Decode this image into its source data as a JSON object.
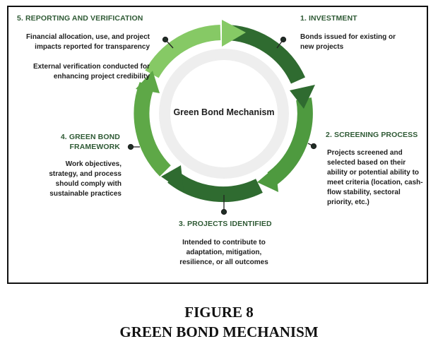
{
  "center": {
    "title": "Green Bond Mechanism"
  },
  "steps": [
    {
      "title": "1. INVESTMENT",
      "text": "Bonds issued for existing or new projects"
    },
    {
      "title": "2. SCREENING PROCESS",
      "text": "Projects screened and selected based on their ability or potential ability to meet criteria (location, cash-flow stability, sectoral priority, etc.)"
    },
    {
      "title": "3. PROJECTS IDENTIFIED",
      "text": "Intended to contribute to adaptation, mitigation, resilience, or all outcomes"
    },
    {
      "title": "4. GREEN BOND FRAMEWORK",
      "text": "Work objectives, strategy, and process should comply with sustainable practices"
    },
    {
      "title": "5. REPORTING AND VERIFICATION",
      "text_a": "Financial allocation, use, and project impacts reported for transparency",
      "text_b": "External verification conducted for enhancing project credibility"
    }
  ],
  "caption": {
    "line1": "FIGURE 8",
    "line2": "GREEN BOND MECHANISM"
  },
  "colors": {
    "dark_green": "#2f6b30",
    "mid_green": "#4e9a3f",
    "light_green": "#86c965",
    "heading_green": "#2f5a35"
  }
}
